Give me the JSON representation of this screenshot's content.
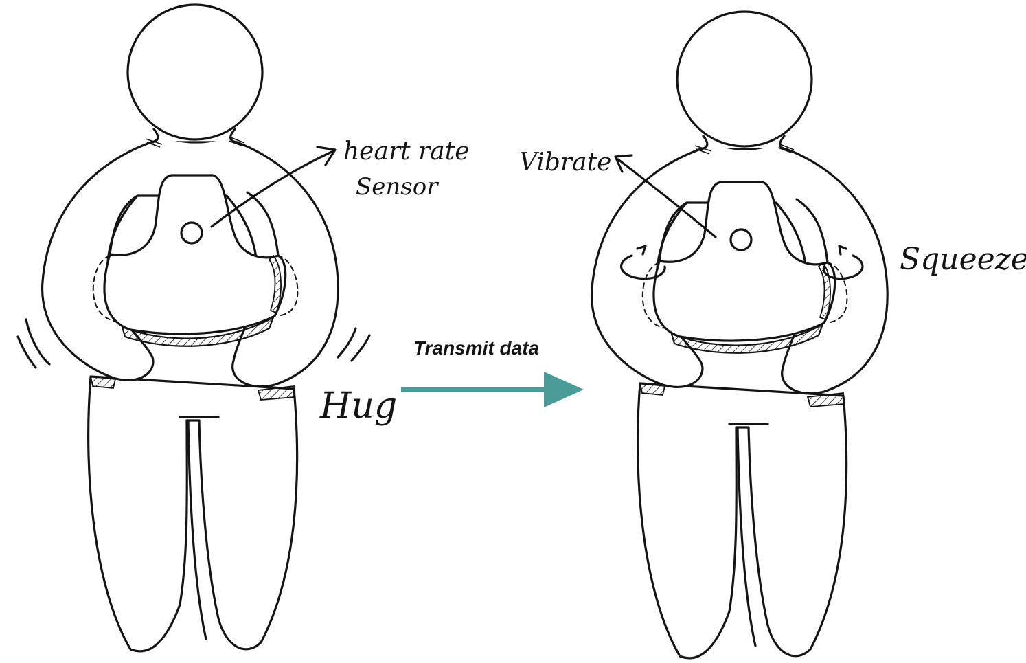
{
  "labels": {
    "heart_rate": "heart rate",
    "sensor": "Sensor",
    "hug": "Hug",
    "transmit": "Transmit data",
    "vibrate": "Vibrate",
    "squeeze": "Squeeze"
  },
  "colors": {
    "arrow": "#4a9a97",
    "ink": "#141414",
    "background": "#ffffff"
  }
}
